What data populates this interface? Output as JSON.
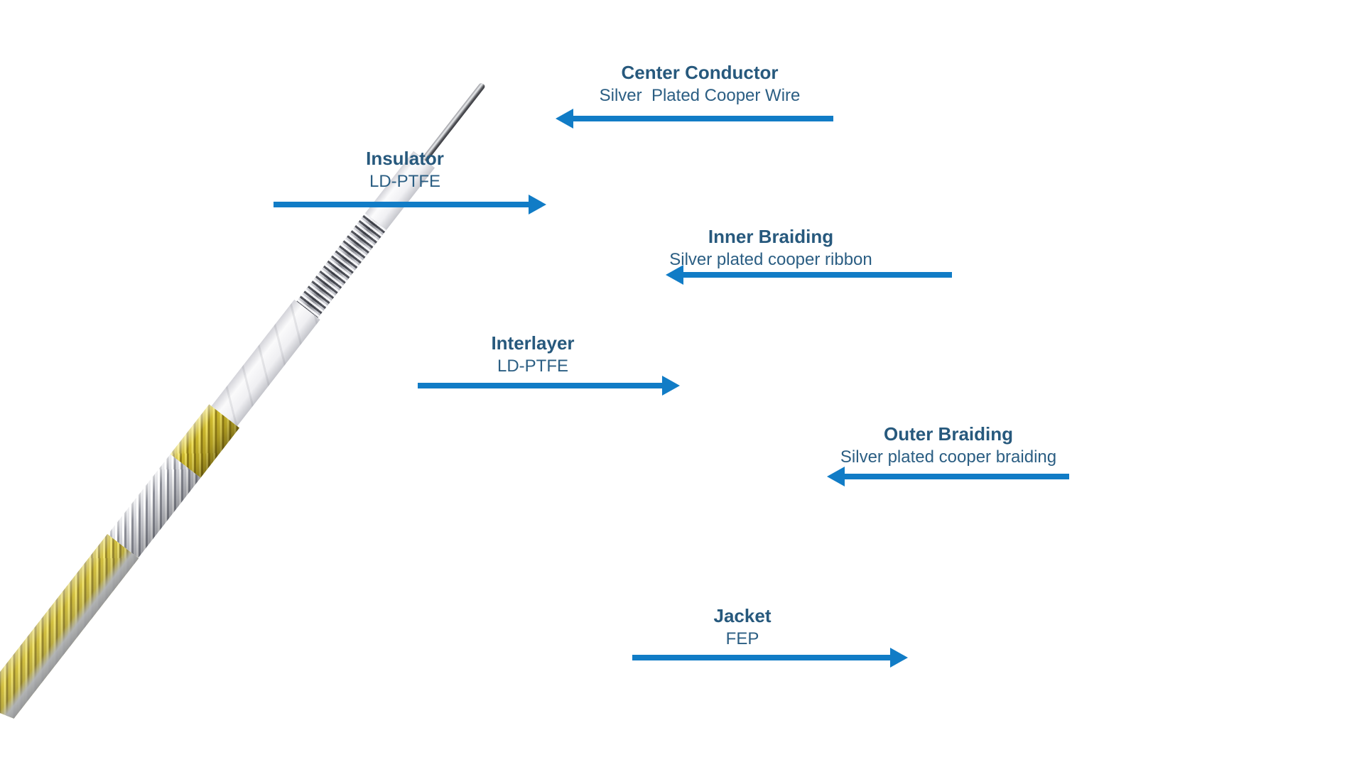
{
  "page": {
    "background": "#ffffff"
  },
  "colors": {
    "label_title": "#27597D",
    "label_subtitle": "#2B5E83",
    "arrow_blue": "#117CC6",
    "gold_braid": "#C9B42C",
    "silver_braid": "#D6D7DC",
    "insulator_white": "#F1F1F4"
  },
  "labels": [
    {
      "id": "center-conductor",
      "title": "Center Conductor",
      "subtitle": "Silver  Plated Cooper Wire",
      "arrow_direction": "left"
    },
    {
      "id": "insulator",
      "title": "Insulator",
      "subtitle": "LD-PTFE",
      "arrow_direction": "right"
    },
    {
      "id": "inner-braiding",
      "title": "Inner Braiding",
      "subtitle": "Silver plated cooper ribbon",
      "arrow_direction": "left"
    },
    {
      "id": "interlayer",
      "title": "Interlayer",
      "subtitle": "LD-PTFE",
      "arrow_direction": "right"
    },
    {
      "id": "outer-braiding",
      "title": "Outer Braiding",
      "subtitle": "Silver plated cooper braiding",
      "arrow_direction": "left"
    },
    {
      "id": "jacket",
      "title": "Jacket",
      "subtitle": "FEP",
      "arrow_direction": "right"
    }
  ],
  "cable": {
    "segments": [
      {
        "id": "center-conductor"
      },
      {
        "id": "insulator"
      },
      {
        "id": "inner-braiding"
      },
      {
        "id": "interlayer"
      },
      {
        "id": "outer-braiding-gold-upper"
      },
      {
        "id": "outer-braiding-silver"
      },
      {
        "id": "jacket-over-braiding"
      }
    ]
  }
}
